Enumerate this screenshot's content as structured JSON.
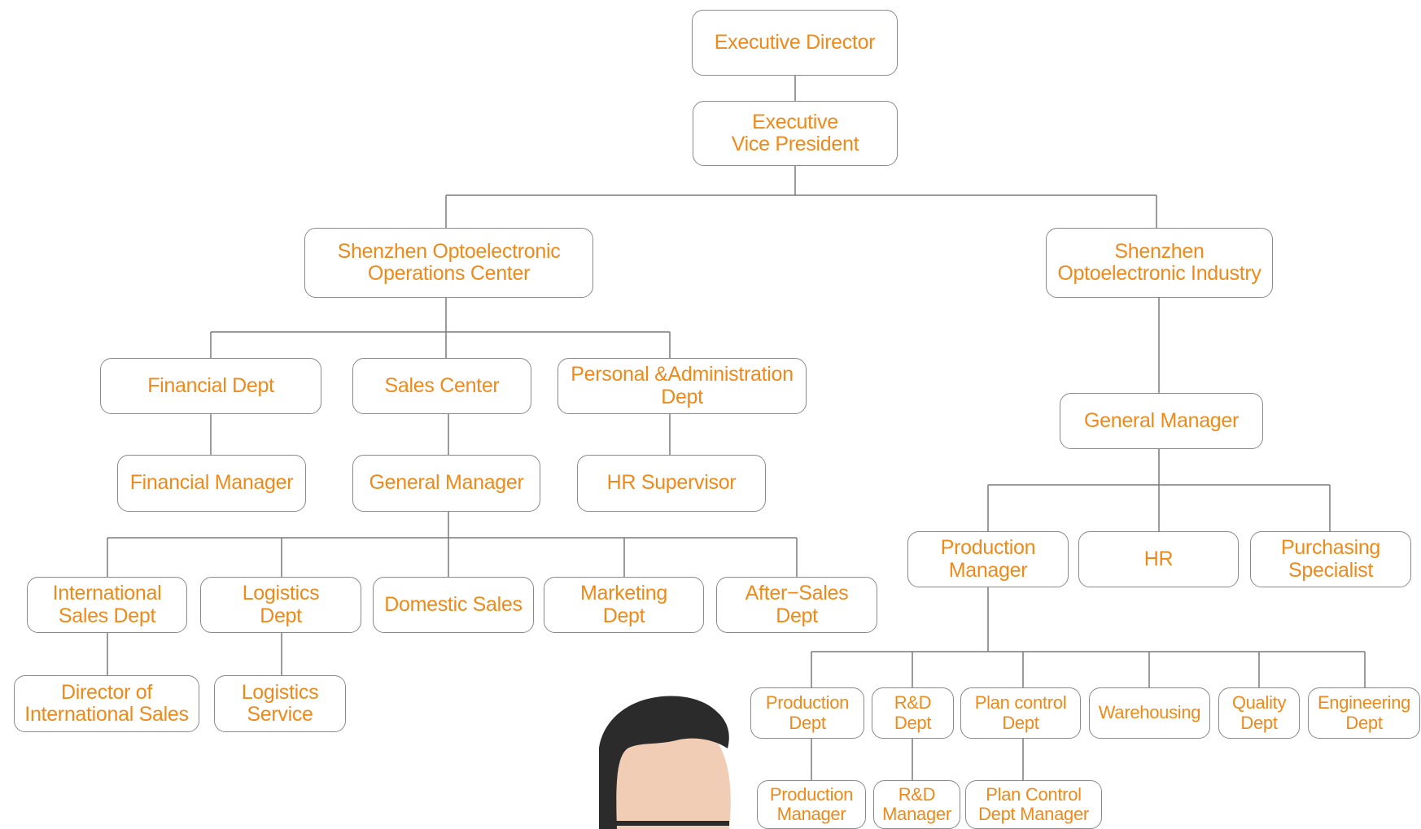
{
  "colors": {
    "text": "#ef8a1a",
    "border": "#8a8a8a",
    "connector": "#7a7a7a",
    "hair": "#2b2b2b",
    "skin": "#f1cdb6"
  },
  "nodes": {
    "executive_director": "Executive Director",
    "executive_vp": "Executive\nVice President",
    "operations_center": "Shenzhen Optoelectronic\nOperations Center",
    "optoelectronic_industry": "Shenzhen\nOptoelectronic Industry",
    "financial_dept": "Financial Dept",
    "sales_center": "Sales Center",
    "personal_admin_dept": "Personal &Administration\nDept",
    "financial_manager": "Financial Manager",
    "sales_general_manager": "General Manager",
    "hr_supervisor": "HR Supervisor",
    "international_sales_dept": "International\nSales Dept",
    "logistics_dept": "Logistics\nDept",
    "domestic_sales": "Domestic Sales",
    "marketing_dept": "Marketing\nDept",
    "after_sales_dept": "After−Sales\nDept",
    "director_international_sales": "Director of\nInternational Sales",
    "logistics_service": "Logistics\nService",
    "industry_general_manager": "General Manager",
    "production_manager": "Production\nManager",
    "hr": "HR",
    "purchasing_specialist": "Purchasing\nSpecialist",
    "production_dept": "Production\nDept",
    "rd_dept": "R&D\nDept",
    "plan_control_dept": "Plan control\nDept",
    "warehousing": "Warehousing",
    "quality_dept": "Quality\nDept",
    "engineering_dept": "Engineering\nDept",
    "production_manager_2": "Production\nManager",
    "rd_manager": "R&D\nManager",
    "plan_control_manager": "Plan Control\nDept Manager"
  }
}
